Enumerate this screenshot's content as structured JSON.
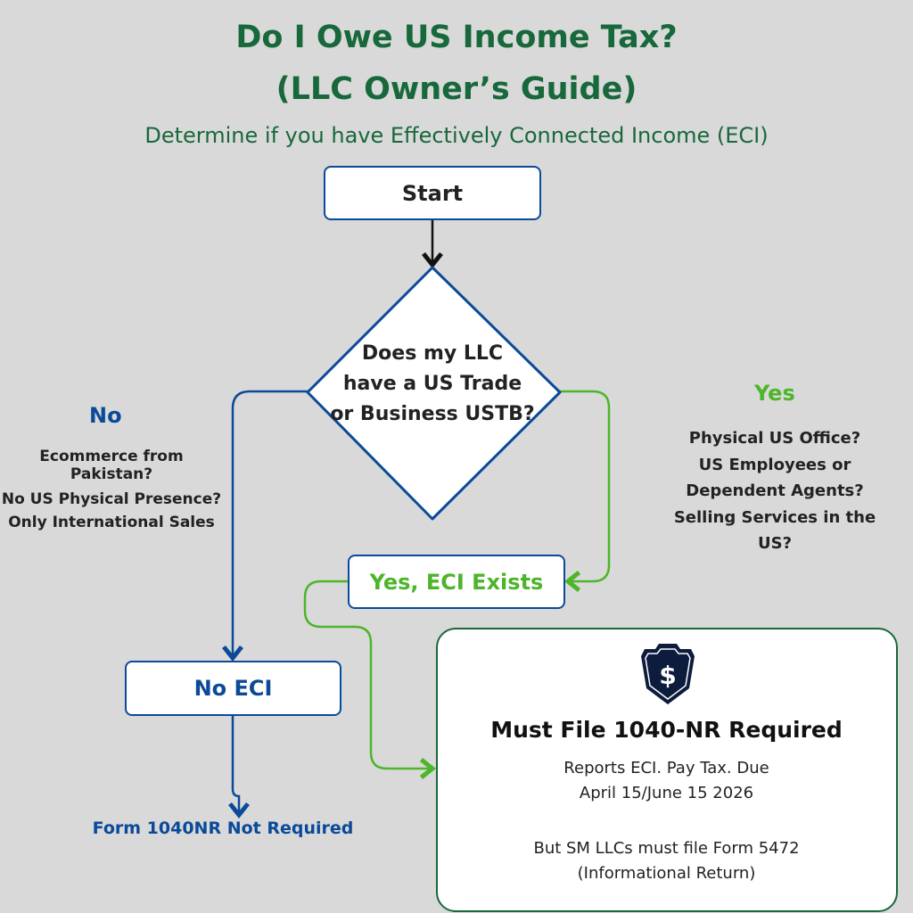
{
  "header": {
    "title_line1": "Do I Owe US Income Tax?",
    "title_line2": "(LLC Owner’s Guide)",
    "subtitle": "Determine if you have Effectively Connected Income (ECI)"
  },
  "nodes": {
    "start": "Start",
    "question": [
      "Does my LLC",
      "have a US Trade",
      "or Business USTB?"
    ],
    "yes_eci": "Yes, ECI Exists",
    "no_eci": "No ECI",
    "no_result": "Form 1040NR Not Required"
  },
  "no_branch": {
    "label": "No",
    "examples": [
      "Ecommerce from",
      "Pakistan?",
      "No US Physical Presence?",
      "Only International Sales"
    ]
  },
  "yes_branch": {
    "label": "Yes",
    "examples": [
      "Physical US Office?",
      "US Employees or",
      "Dependent Agents?",
      "Selling Services in the",
      "US?"
    ]
  },
  "result_card": {
    "icon": "shield-dollar-icon",
    "title": "Must File 1040-NR Required",
    "line1": "Reports ECI. Pay Tax. Due",
    "line2": "April 15/June 15 2026",
    "line3": "But SM LLCs must file Form 5472",
    "line4": "(Informational Return)"
  },
  "colors": {
    "title": "#17683a",
    "blue": "#0b4a99",
    "green": "#4cb52a",
    "navy": "#0d1c3d",
    "background": "#d9d9d9"
  }
}
